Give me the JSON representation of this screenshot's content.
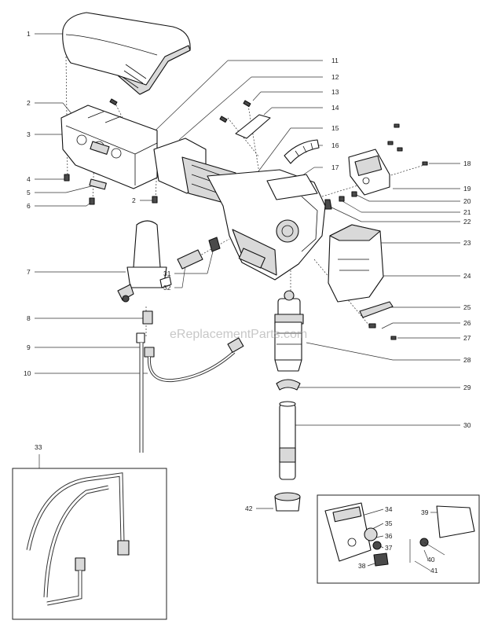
{
  "watermark": "eReplacementParts.com",
  "callouts": [
    {
      "id": "c1",
      "label": "1"
    },
    {
      "id": "c2a",
      "label": "2"
    },
    {
      "id": "c3",
      "label": "3"
    },
    {
      "id": "c4",
      "label": "4"
    },
    {
      "id": "c5",
      "label": "5"
    },
    {
      "id": "c6",
      "label": "6"
    },
    {
      "id": "c2b",
      "label": "2"
    },
    {
      "id": "c7",
      "label": "7"
    },
    {
      "id": "c8",
      "label": "8"
    },
    {
      "id": "c9",
      "label": "9"
    },
    {
      "id": "c10",
      "label": "10"
    },
    {
      "id": "c11",
      "label": "11"
    },
    {
      "id": "c12",
      "label": "12"
    },
    {
      "id": "c13",
      "label": "13"
    },
    {
      "id": "c14",
      "label": "14"
    },
    {
      "id": "c15",
      "label": "15"
    },
    {
      "id": "c16",
      "label": "16"
    },
    {
      "id": "c17",
      "label": "17"
    },
    {
      "id": "c18",
      "label": "18"
    },
    {
      "id": "c19",
      "label": "19"
    },
    {
      "id": "c20",
      "label": "20"
    },
    {
      "id": "c21",
      "label": "21"
    },
    {
      "id": "c22",
      "label": "22"
    },
    {
      "id": "c23",
      "label": "23"
    },
    {
      "id": "c24",
      "label": "24"
    },
    {
      "id": "c25",
      "label": "25"
    },
    {
      "id": "c26",
      "label": "26"
    },
    {
      "id": "c27",
      "label": "27"
    },
    {
      "id": "c28",
      "label": "28"
    },
    {
      "id": "c29",
      "label": "29"
    },
    {
      "id": "c30",
      "label": "30"
    },
    {
      "id": "c31",
      "label": "31"
    },
    {
      "id": "c32",
      "label": "32"
    },
    {
      "id": "c33",
      "label": "33"
    },
    {
      "id": "c34",
      "label": "34"
    },
    {
      "id": "c35",
      "label": "35"
    },
    {
      "id": "c36",
      "label": "36"
    },
    {
      "id": "c37",
      "label": "37"
    },
    {
      "id": "c38",
      "label": "38"
    },
    {
      "id": "c39",
      "label": "39"
    },
    {
      "id": "c40",
      "label": "40"
    },
    {
      "id": "c41",
      "label": "41"
    },
    {
      "id": "c42",
      "label": "42"
    }
  ]
}
